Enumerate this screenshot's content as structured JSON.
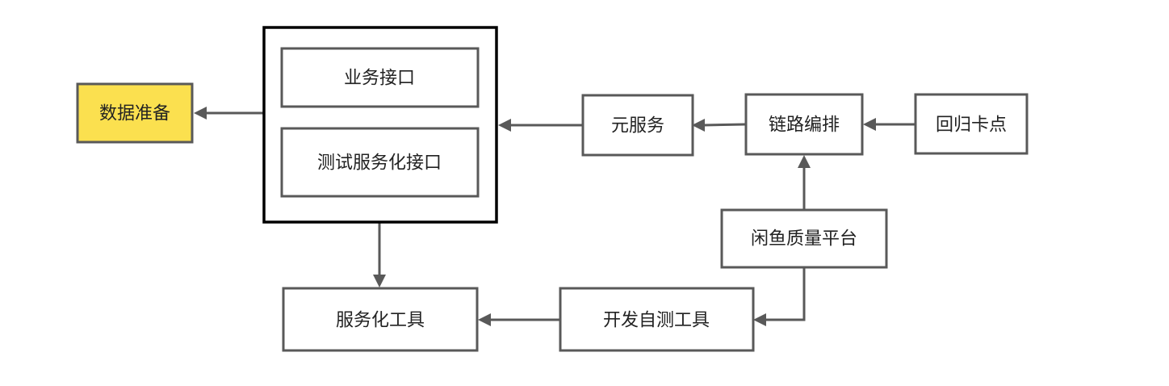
{
  "nodes": {
    "data_prep": "数据准备",
    "business_api": "业务接口",
    "test_service_api": "测试服务化接口",
    "meta_service": "元服务",
    "chain_orchestration": "链路编排",
    "regression_checkpoint": "回归卡点",
    "quality_platform": "闲鱼质量平台",
    "service_tool": "服务化工具",
    "self_test_tool": "开发自测工具"
  },
  "edges": [
    {
      "from": "interface_group",
      "to": "data_prep"
    },
    {
      "from": "meta_service",
      "to": "interface_group"
    },
    {
      "from": "chain_orchestration",
      "to": "meta_service"
    },
    {
      "from": "regression_checkpoint",
      "to": "chain_orchestration"
    },
    {
      "from": "quality_platform",
      "to": "chain_orchestration"
    },
    {
      "from": "quality_platform",
      "to": "self_test_tool"
    },
    {
      "from": "self_test_tool",
      "to": "service_tool"
    },
    {
      "from": "interface_group",
      "to": "service_tool"
    }
  ],
  "colors": {
    "highlight_fill": "#fbe04f",
    "stroke": "#595959",
    "group_stroke": "#000000"
  }
}
